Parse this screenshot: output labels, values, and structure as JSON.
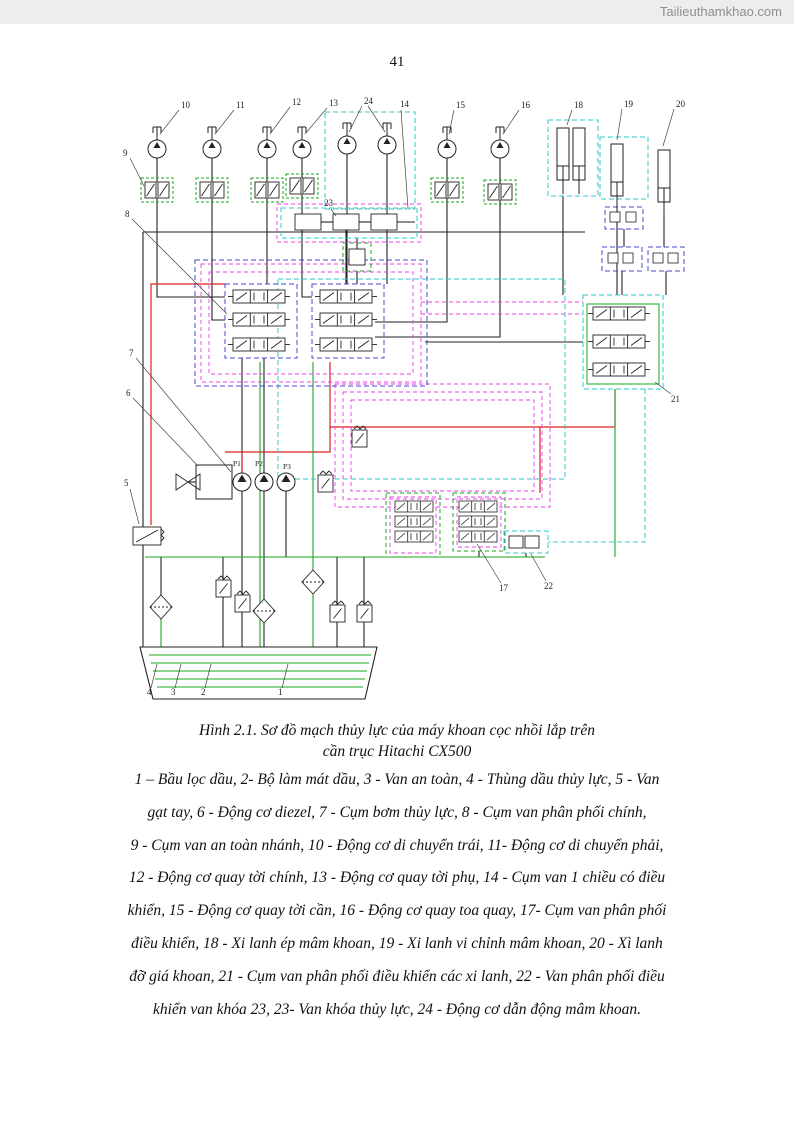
{
  "watermark": {
    "text": "Tailieuthamkhao.com"
  },
  "page": {
    "number": "41"
  },
  "figure": {
    "caption_line1": "Hình 2.1. Sơ đồ mạch thủy lực của máy khoan cọc nhồi lắp trên",
    "caption_line2": "cần trục Hitachi CX500",
    "legend_lines": [
      "1 – Bầu lọc dầu, 2- Bộ làm mát dầu, 3 - Van an toàn, 4 - Thùng dầu thủy lực, 5 - Van",
      "gạt tay, 6 - Động cơ diezel, 7 - Cụm bơm thủy lực, 8 - Cụm van phân phối chính,",
      "9 - Cụm van an toàn nhánh, 10 - Động cơ di chuyển trái, 11- Động cơ di chuyển phải,",
      "12 - Động cơ quay tời chính, 13 - Động cơ quay tời phụ, 14 - Cụm van 1 chiều có điều",
      "khiển, 15 - Động cơ quay tời cần, 16 - Động cơ quay toa quay, 17- Cụm van phân phối",
      "điều khiển, 18 - Xi lanh ép mâm khoan, 19 - Xi lanh vi chỉnh mâm khoan, 20 - Xì lanh",
      "đỡ giá khoan, 21 - Cụm van phân phối điều khiển các xi lanh, 22 - Van phân phối điều",
      "khiển van khóa 23, 23- Van khóa thủy lực, 24 - Động cơ dẫn động mâm khoan."
    ]
  },
  "diagram": {
    "callouts": {
      "c1": "1",
      "c2": "2",
      "c3": "3",
      "c4": "4",
      "c5": "5",
      "c6": "6",
      "c7": "7",
      "c8": "8",
      "c9": "9",
      "c10": "10",
      "c11": "11",
      "c12": "12",
      "c13": "13",
      "c14": "14",
      "c15": "15",
      "c16": "16",
      "c17": "17",
      "c18": "18",
      "c19": "19",
      "c20": "20",
      "c21": "21",
      "c22": "22",
      "c23": "23",
      "c24": "24"
    },
    "pump_labels": {
      "p1": "P1",
      "p2": "P2",
      "p3": "P3"
    },
    "colors": {
      "pipe": "#222222",
      "pressure_line": "#dd2222",
      "return_line": "#17a81e",
      "pilot_line": "#e93ce9",
      "group_cyan": "#2ec8c8",
      "group_blue": "#4747d1"
    }
  }
}
